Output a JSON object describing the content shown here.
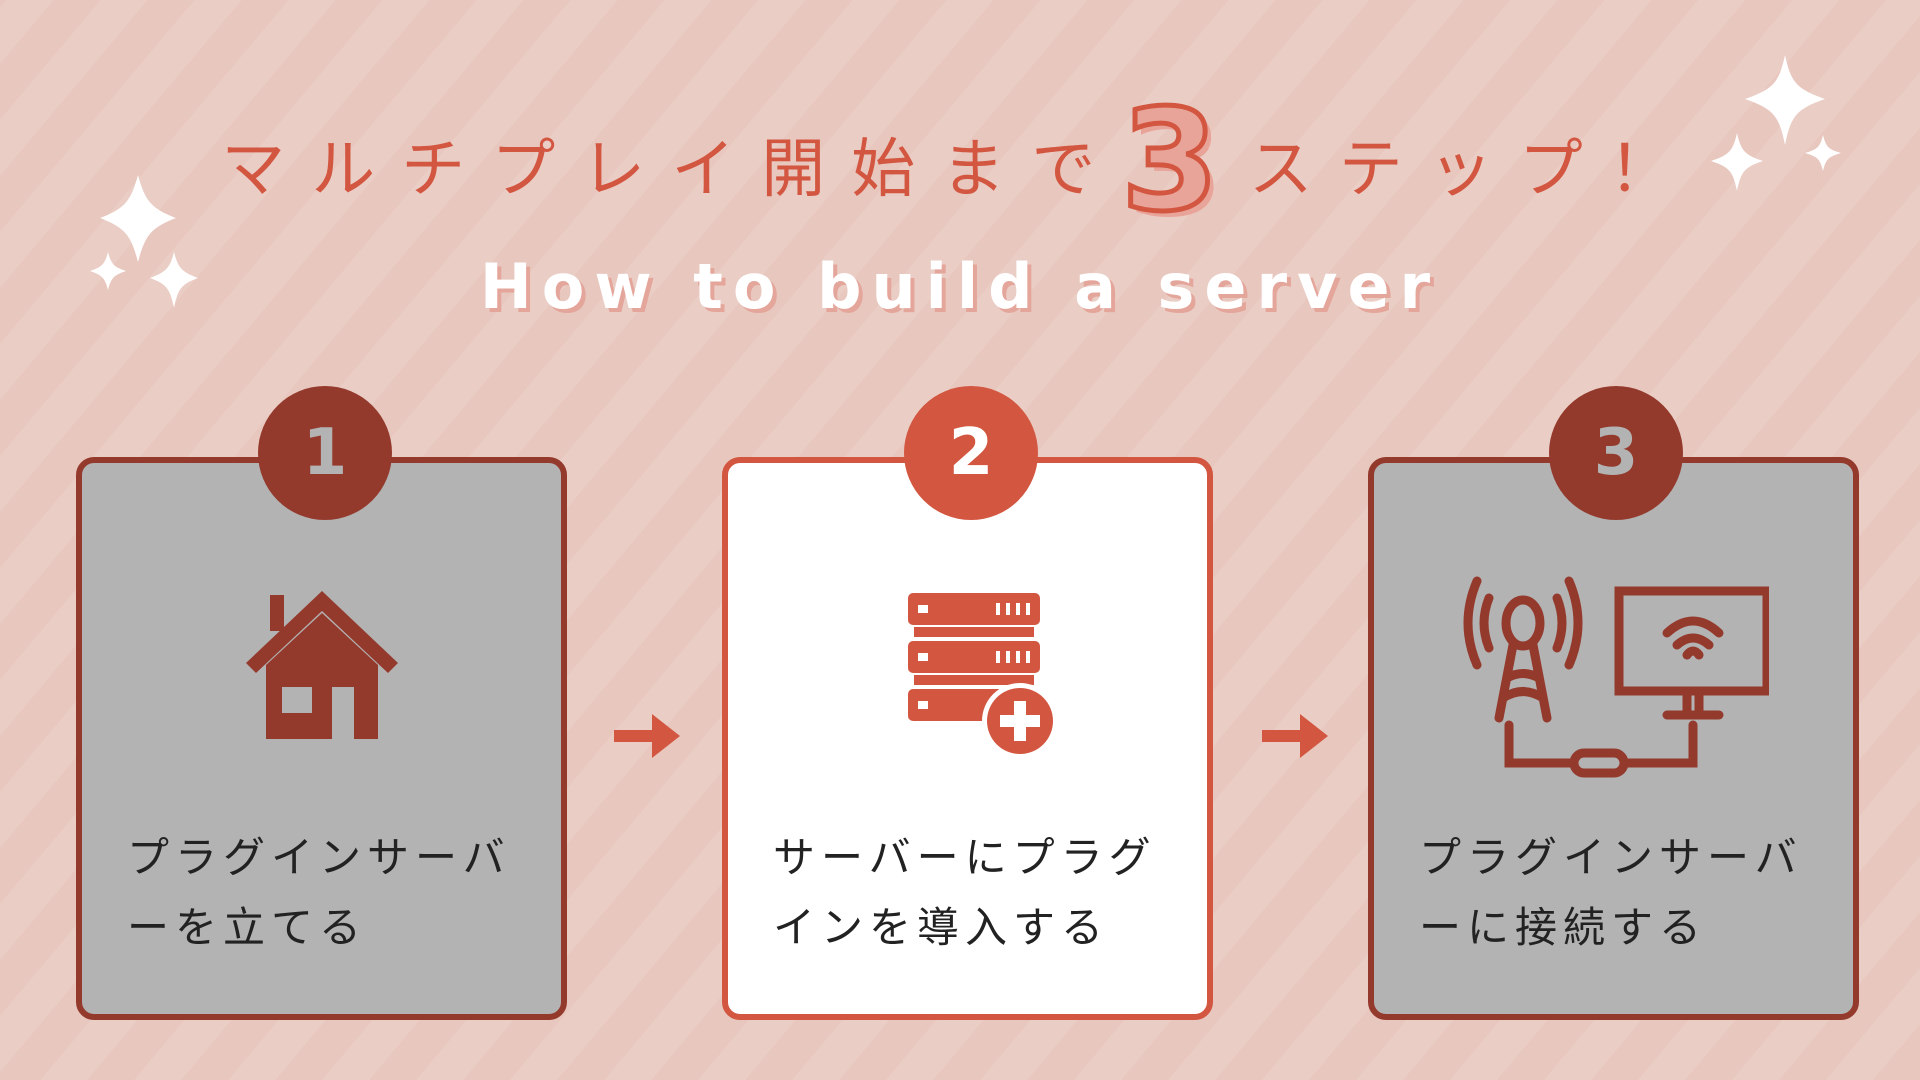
{
  "header": {
    "title_before": "マルチプレイ開始まで",
    "title_number": "3",
    "title_after": "ステップ！",
    "subtitle": "How to build a server"
  },
  "steps": [
    {
      "number": "1",
      "text": "プラグインサーバーを立てる",
      "icon": "house-icon",
      "active": false
    },
    {
      "number": "2",
      "text": "サーバーにプラグインを導入する",
      "icon": "server-add-icon",
      "active": true
    },
    {
      "number": "3",
      "text": "プラグインサーバーに接続する",
      "icon": "tower-monitor-connection-icon",
      "active": false
    }
  ],
  "colors": {
    "accent": "#d35640",
    "dark": "#943a2d",
    "card_gray": "#b3b3b3",
    "background": "#e8c7be"
  }
}
